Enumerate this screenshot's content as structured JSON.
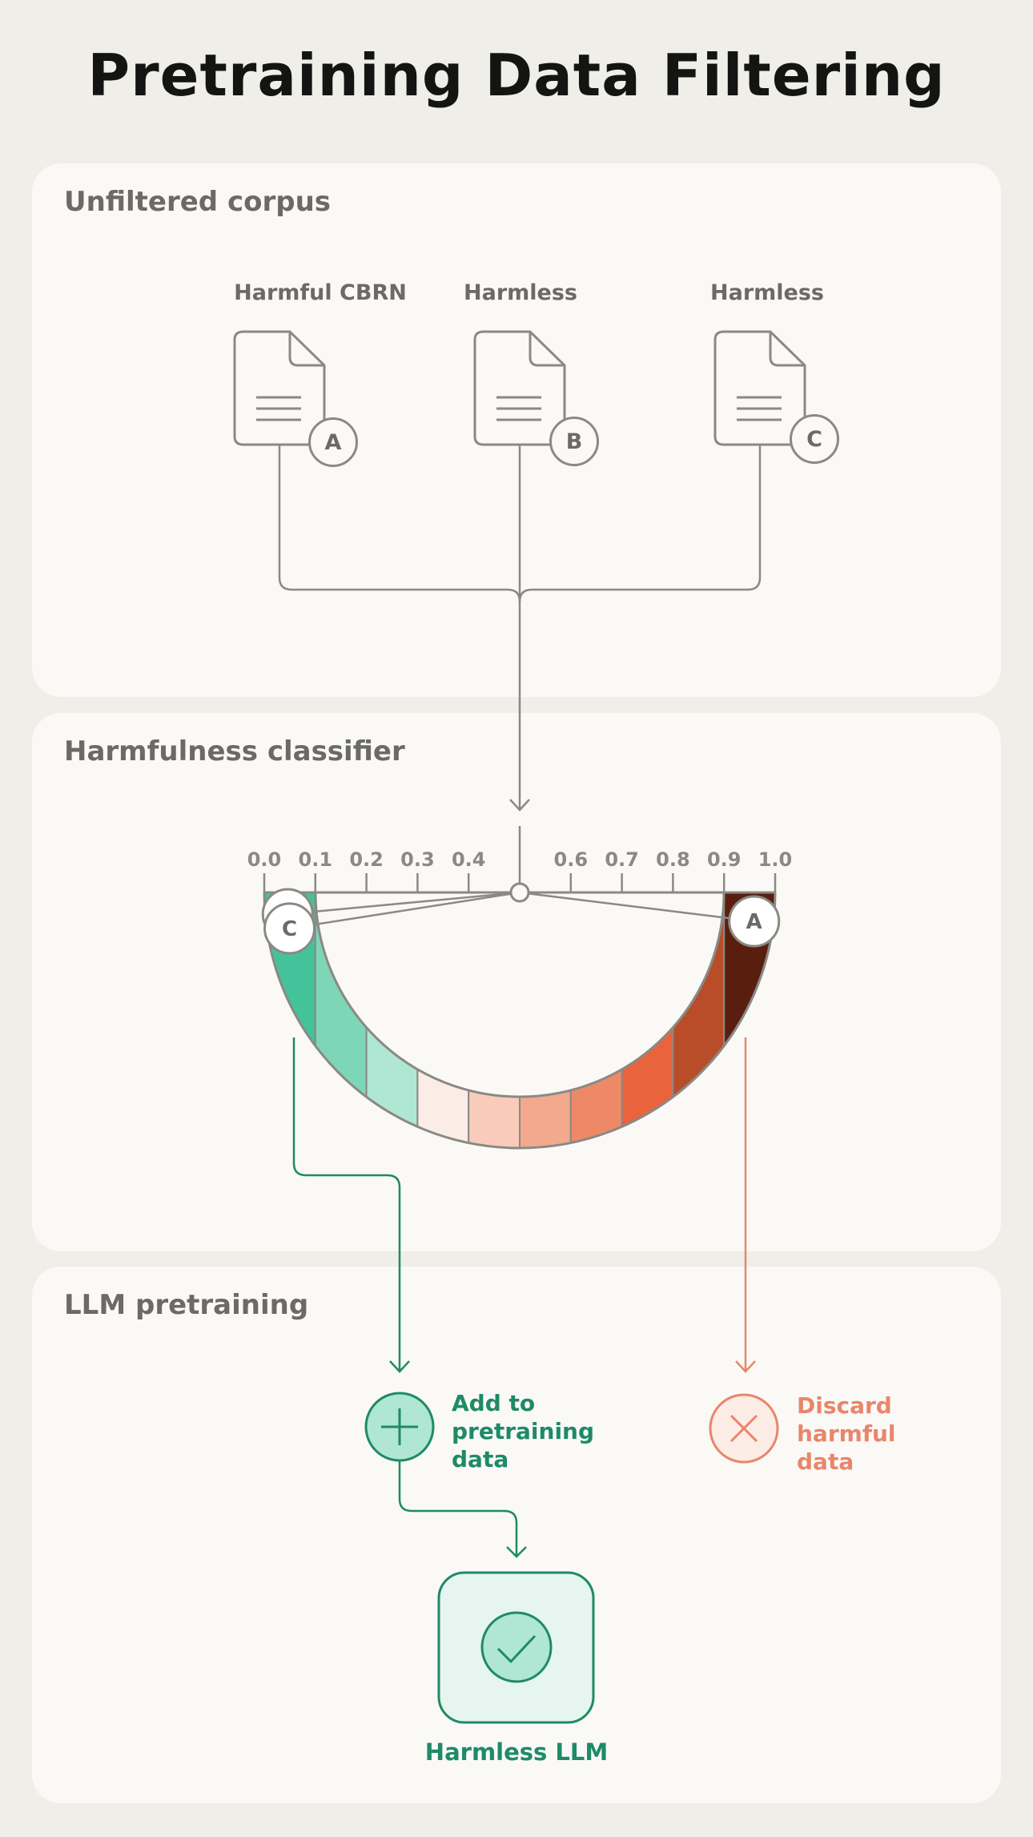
{
  "title": "Pretraining Data Filtering",
  "panels": {
    "corpus": "Unfiltered corpus",
    "classifier": "Harmfulness classifier",
    "pretraining": "LLM pretraining"
  },
  "documents": [
    {
      "label": "Harmful CBRN",
      "badge": "A"
    },
    {
      "label": "Harmless",
      "badge": "B"
    },
    {
      "label": "Harmless",
      "badge": "C"
    }
  ],
  "scale": {
    "ticks": [
      "0.0",
      "0.1",
      "0.2",
      "0.3",
      "0.4",
      "0.6",
      "0.7",
      "0.8",
      "0.9",
      "1.0"
    ],
    "scores": {
      "A": 0.96,
      "B": 0.03,
      "C": 0.05
    },
    "segment_colors": [
      "#44c39b",
      "#7dd6b8",
      "#b0e6d4",
      "#fcece6",
      "#f8cbbb",
      "#f2a98d",
      "#ee8967",
      "#e9633d",
      "#b94d29",
      "#5a1e0f"
    ]
  },
  "outcomes": {
    "add": "Add to pretraining data",
    "discard": "Discard harmful data",
    "model": "Harmless LLM"
  },
  "colors": {
    "green": "#1e8a68",
    "orange": "#e8866a",
    "line": "#8a8985"
  }
}
